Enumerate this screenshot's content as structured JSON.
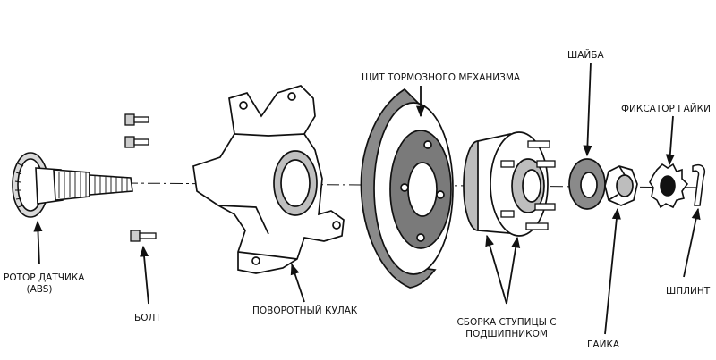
{
  "labels": {
    "rotor_line1": "РОТОР ДАТЧИКА",
    "rotor_line2": "(ABS)",
    "bolt": "БОЛТ",
    "knuckle": "ПОВОРОТНЫЙ КУЛАК",
    "shield": "ЩИТ ТОРМОЗНОГО МЕХАНИЗМА",
    "hub_line1": "СБОРКА СТУПИЦЫ С",
    "hub_line2": "ПОДШИПНИКОМ",
    "washer": "ШАЙБА",
    "retainer": "ФИКСАТОР ГАЙКИ",
    "nut": "ГАЙКА",
    "cotter_pin": "ШПЛИНТ"
  }
}
